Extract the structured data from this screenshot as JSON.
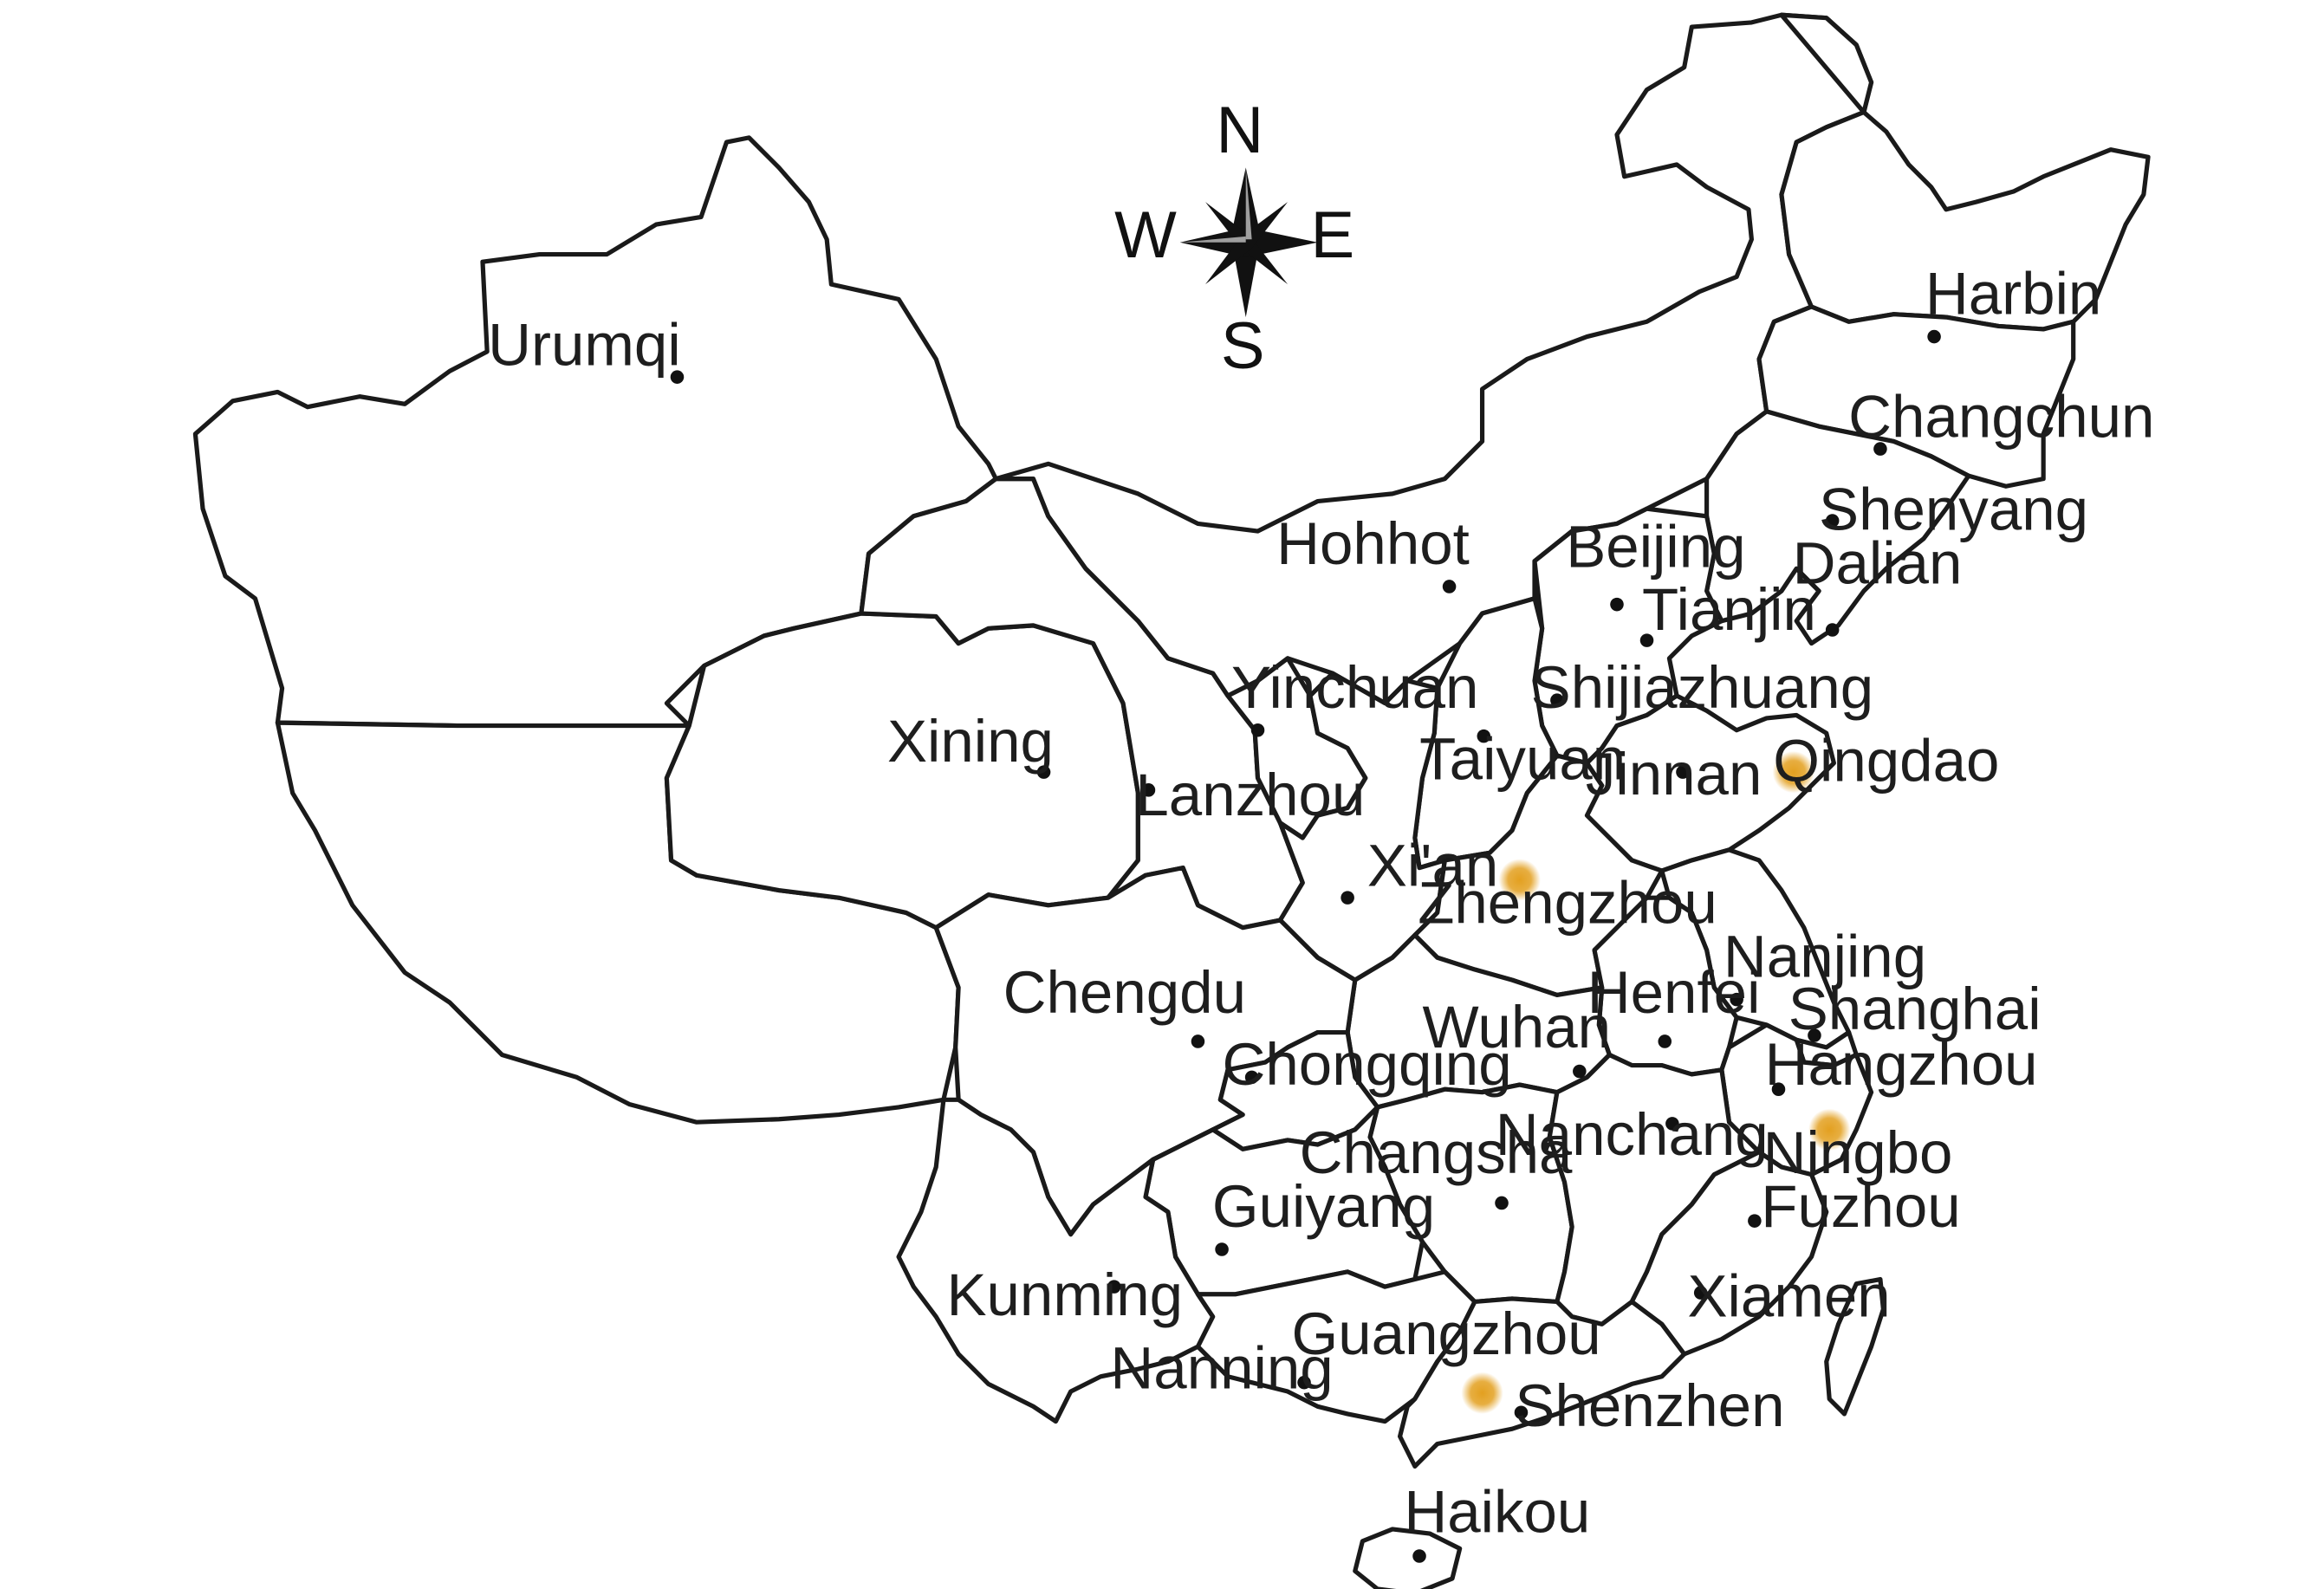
{
  "map": {
    "compass": {
      "n": "N",
      "s": "S",
      "e": "E",
      "w": "W",
      "icon": "compass-rose-icon"
    },
    "colors": {
      "outline": "#1a1a1a",
      "land": "#ffffff",
      "dot": "#111111",
      "highlight": "#e3a020"
    },
    "cities": [
      {
        "id": "urumqi",
        "name": "Urumqi",
        "highlight": false
      },
      {
        "id": "harbin",
        "name": "Harbin",
        "highlight": false
      },
      {
        "id": "changchun",
        "name": "Changchun",
        "highlight": false
      },
      {
        "id": "shenyang",
        "name": "Shenyang",
        "highlight": false
      },
      {
        "id": "dalian",
        "name": "Dalian",
        "highlight": false
      },
      {
        "id": "hohhot",
        "name": "Hohhot",
        "highlight": false
      },
      {
        "id": "beijing",
        "name": "Beijing",
        "highlight": false
      },
      {
        "id": "tianjin",
        "name": "Tianjin",
        "highlight": false
      },
      {
        "id": "shijiazhuang",
        "name": "Shijiazhuang",
        "highlight": false
      },
      {
        "id": "yinchuan",
        "name": "Yinchuan",
        "highlight": false
      },
      {
        "id": "xining",
        "name": "Xining",
        "highlight": false
      },
      {
        "id": "lanzhou",
        "name": "Lanzhou",
        "highlight": false
      },
      {
        "id": "taiyuan",
        "name": "Taiyuan",
        "highlight": false
      },
      {
        "id": "jinnan",
        "name": "Jinnan",
        "highlight": false
      },
      {
        "id": "qingdao",
        "name": "Qingdao",
        "highlight": true
      },
      {
        "id": "xian",
        "name": "Xi'an",
        "highlight": false
      },
      {
        "id": "zhengzhou",
        "name": "Zhengzhou",
        "highlight": true
      },
      {
        "id": "chengdu",
        "name": "Chengdu",
        "highlight": false
      },
      {
        "id": "nanjing",
        "name": "Nanjing",
        "highlight": false
      },
      {
        "id": "henfei",
        "name": "Henfei",
        "highlight": false
      },
      {
        "id": "shanghai",
        "name": "Shanghai",
        "highlight": false
      },
      {
        "id": "wuhan",
        "name": "Wuhan",
        "highlight": false
      },
      {
        "id": "chongqing",
        "name": "Chongqing",
        "highlight": false
      },
      {
        "id": "hangzhou",
        "name": "Hangzhou",
        "highlight": false
      },
      {
        "id": "changsha",
        "name": "Changsha",
        "highlight": false
      },
      {
        "id": "nanchang",
        "name": "Nanchang",
        "highlight": false
      },
      {
        "id": "ningbo",
        "name": "Ningbo",
        "highlight": true
      },
      {
        "id": "guiyang",
        "name": "Guiyang",
        "highlight": false
      },
      {
        "id": "fuzhou",
        "name": "Fuzhou",
        "highlight": false
      },
      {
        "id": "kunming",
        "name": "Kunming",
        "highlight": false
      },
      {
        "id": "xiamen",
        "name": "Xiamen",
        "highlight": false
      },
      {
        "id": "guangzhou",
        "name": "Guangzhou",
        "highlight": true
      },
      {
        "id": "nanning",
        "name": "Nanning",
        "highlight": false
      },
      {
        "id": "shenzhen",
        "name": "Shenzhen",
        "highlight": false
      },
      {
        "id": "haikou",
        "name": "Haikou",
        "highlight": false
      }
    ]
  }
}
